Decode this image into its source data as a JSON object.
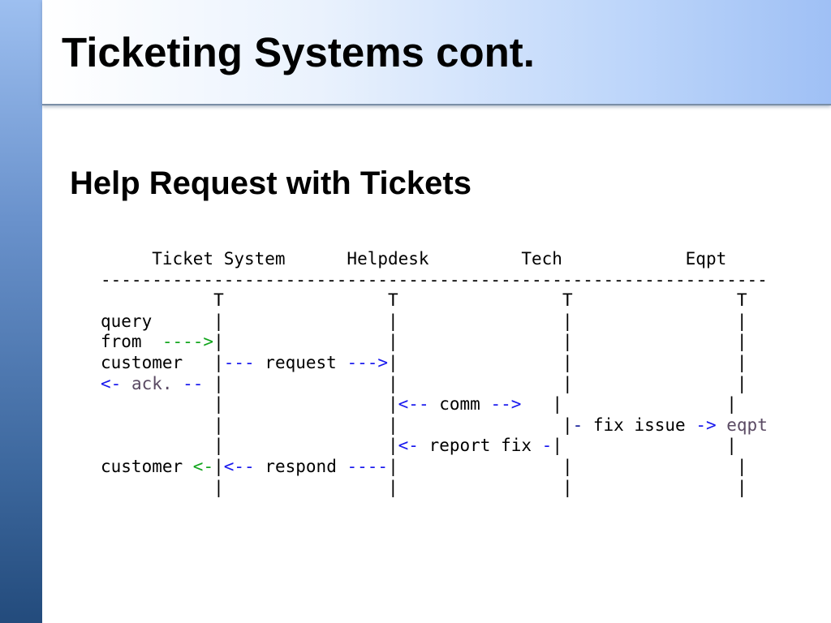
{
  "slide": {
    "title": "Ticketing Systems cont.",
    "subtitle": "Help Request with Tickets"
  },
  "diagram": {
    "lines": [
      [
        {
          "text": "     Ticket System      Helpdesk         Tech            Eqpt",
          "color": "default"
        }
      ],
      [
        {
          "text": "-----------------------------------------------------------------",
          "color": "default"
        }
      ],
      [
        {
          "text": "           T                T                T                T",
          "color": "default"
        }
      ],
      [
        {
          "text": "query      |                |                |                |",
          "color": "default"
        }
      ],
      [
        {
          "text": "from  ",
          "color": "default"
        },
        {
          "text": "---->",
          "color": "green"
        },
        {
          "text": "|                |                |                |",
          "color": "default"
        }
      ],
      [
        {
          "text": "customer   |",
          "color": "default"
        },
        {
          "text": "---",
          "color": "blue"
        },
        {
          "text": " request ",
          "color": "default"
        },
        {
          "text": "--->",
          "color": "blue"
        },
        {
          "text": "|                |                |",
          "color": "default"
        }
      ],
      [
        {
          "text": "<-",
          "color": "blue"
        },
        {
          "text": " ack. ",
          "color": "grey"
        },
        {
          "text": "--",
          "color": "blue"
        },
        {
          "text": " |                |                |                |",
          "color": "default"
        }
      ],
      [
        {
          "text": "           |                |",
          "color": "default"
        },
        {
          "text": "<--",
          "color": "blue"
        },
        {
          "text": " comm ",
          "color": "default"
        },
        {
          "text": "-->",
          "color": "blue"
        },
        {
          "text": "   |                |",
          "color": "default"
        }
      ],
      [
        {
          "text": "           |                |                |",
          "color": "default"
        },
        {
          "text": "-",
          "color": "navy"
        },
        {
          "text": " fix issue ",
          "color": "default"
        },
        {
          "text": "->",
          "color": "blue"
        },
        {
          "text": " eqpt",
          "color": "grey"
        }
      ],
      [
        {
          "text": "           |                |",
          "color": "default"
        },
        {
          "text": "<-",
          "color": "blue"
        },
        {
          "text": " report fix ",
          "color": "default"
        },
        {
          "text": "-",
          "color": "blue"
        },
        {
          "text": "|                |",
          "color": "default"
        }
      ],
      [
        {
          "text": "customer ",
          "color": "default"
        },
        {
          "text": "<-",
          "color": "green"
        },
        {
          "text": "|",
          "color": "default"
        },
        {
          "text": "<--",
          "color": "blue"
        },
        {
          "text": " respond ",
          "color": "default"
        },
        {
          "text": "----",
          "color": "blue"
        },
        {
          "text": "|                |                |",
          "color": "default"
        }
      ],
      [
        {
          "text": "           |                |                |                |",
          "color": "default"
        }
      ]
    ]
  },
  "colors": {
    "green": "#11a51c",
    "blue": "#1818ee",
    "navy": "#18209a",
    "grey": "#5a4a63"
  }
}
